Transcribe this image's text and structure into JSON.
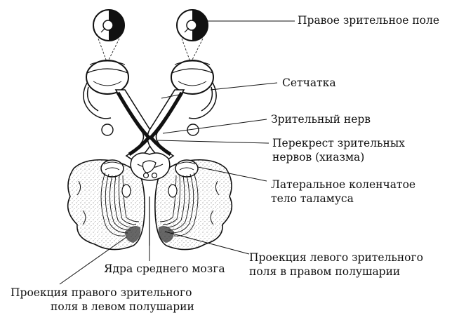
{
  "labels": {
    "right_visual_field": "Правое зрительное поле",
    "retina": "Сетчатка",
    "optic_nerve": "Зрительный нерв",
    "chiasm_line1": "Перекрест зрительных",
    "chiasm_line2": "нервов (хиазма)",
    "lgn_line1": "Латеральное коленчатое",
    "lgn_line2": "тело таламуса",
    "left_field_proj_line1": "Проекция левого зрительного",
    "left_field_proj_line2": "поля в правом полушарии",
    "midbrain_nuclei": "Ядра среднего мозга",
    "right_field_proj_line1": "Проекция правого зрительного",
    "right_field_proj_line2": "поля в левом полушарии"
  }
}
